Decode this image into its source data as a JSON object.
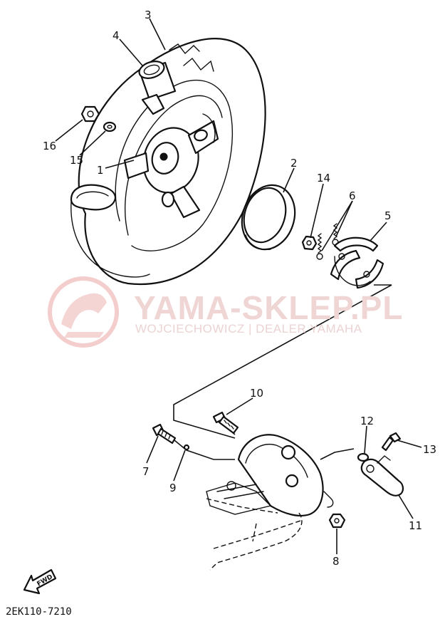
{
  "diagram": {
    "watermark": {
      "title": "YAMA-SKLEP.PL",
      "subtitle": "WOJCIECHOWICZ | DEALER YAMAHA",
      "logo_color": "#f2c9c9"
    },
    "fwd_label": "FWD",
    "catalog_code": "2EK110-7210",
    "callouts": {
      "n1": "1",
      "n2": "2",
      "n3": "3",
      "n4": "4",
      "n5": "5",
      "n6": "6",
      "n7": "7",
      "n8": "8",
      "n9": "9",
      "n10": "10",
      "n11": "11",
      "n12": "12",
      "n13": "13",
      "n14": "14",
      "n15": "15",
      "n16": "16"
    }
  }
}
